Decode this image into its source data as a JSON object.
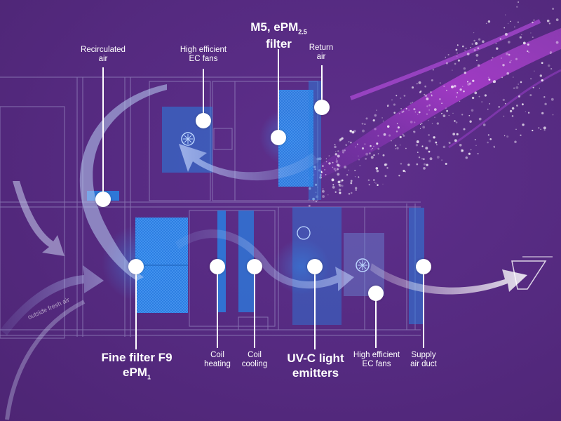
{
  "labels": {
    "recirculated_air": "Recirculated\nair",
    "ec_fans_top": "High efficient\nEC fans",
    "m5_filter_line1": "M5, ePM",
    "m5_filter_sub": "2.5",
    "m5_filter_line2": "filter",
    "return_air": "Return\nair",
    "fine_filter_line1": "Fine filter F9",
    "fine_filter_line2": "ePM",
    "fine_filter_sub": "1",
    "coil_heating": "Coil\nheating",
    "coil_cooling": "Coil\ncooling",
    "uvc": "UV-C light\nemitters",
    "ec_fans_bottom": "High efficient\nEC fans",
    "supply_air_duct": "Supply\nair duct",
    "outside_fresh_air": "outside fresh air"
  },
  "colors": {
    "background": "#552a80",
    "component_blue": "#2a7fe0",
    "flow_arrow": "#b4c8f0",
    "particle_stream": "#b040d0"
  }
}
